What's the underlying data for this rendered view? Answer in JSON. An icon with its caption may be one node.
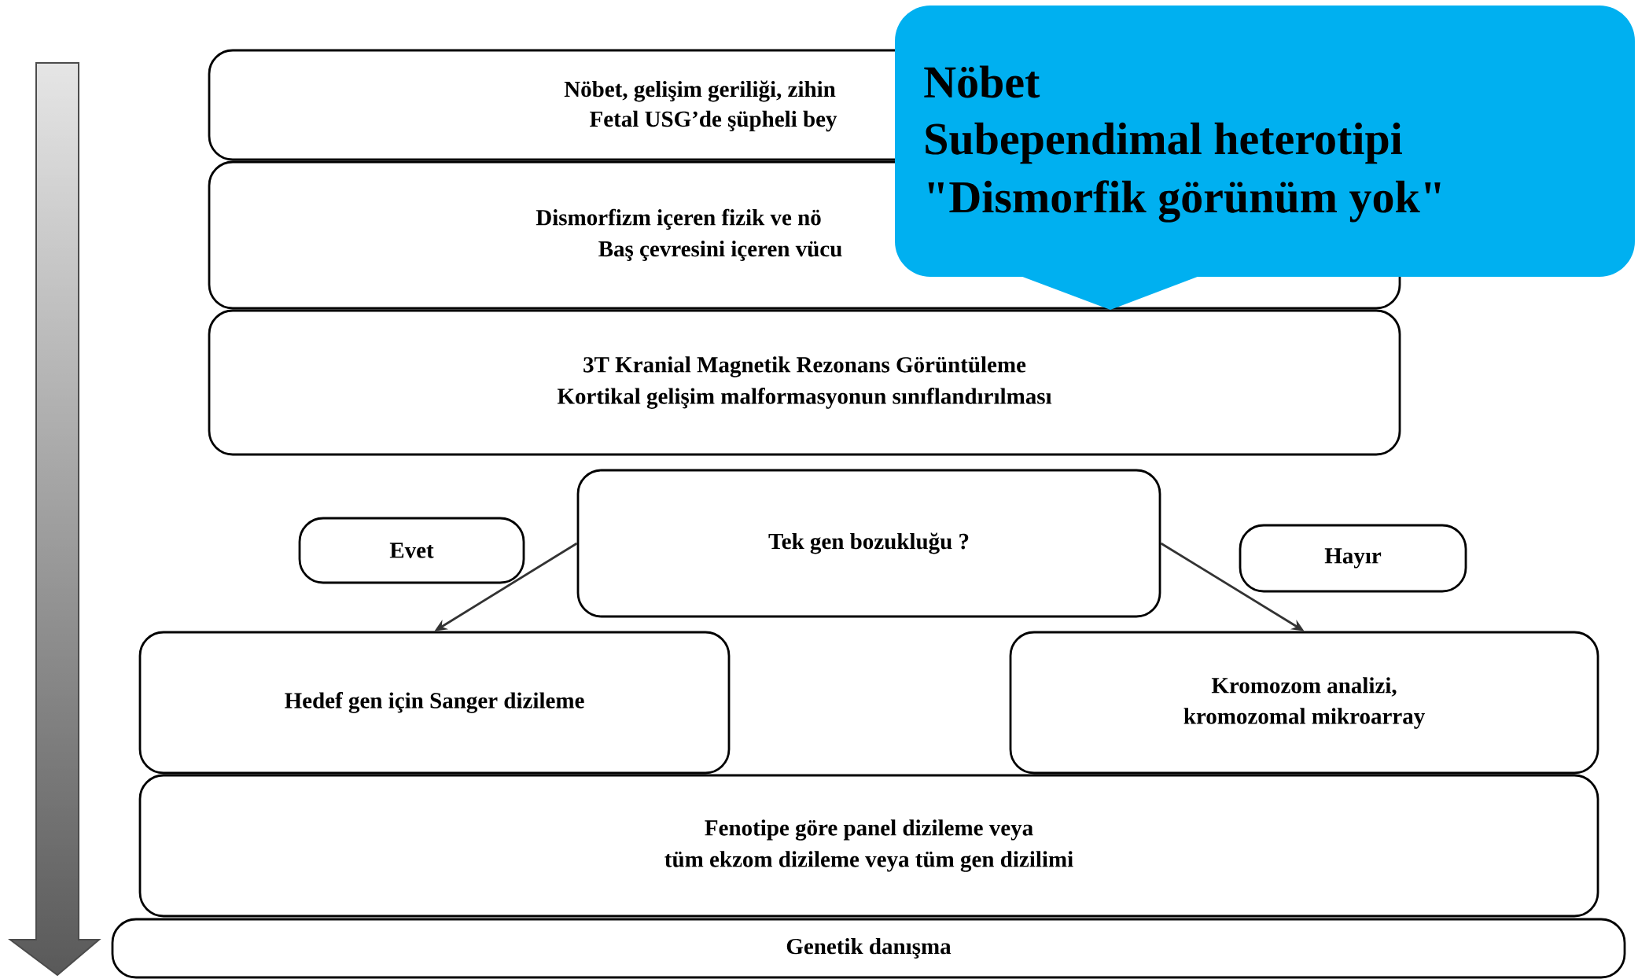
{
  "diagram": {
    "nodes": [
      {
        "text": [
          "Nöbet, gelişim geriliği, zihin",
          "Fetal USG’de şüpheli bey"
        ]
      },
      {
        "text": [
          "Dismorfizm içeren fizik ve nö",
          "Baş çevresini içeren vücu"
        ]
      },
      {
        "text": [
          "3T Kranial Magnetik Rezonans Görüntüleme",
          "Kortikal gelişim malformasyonun sınıflandırılması"
        ]
      },
      {
        "text": [
          "Nöbet",
          "Subependimal  heterotipi",
          "\"Dismorfik görünüm yok\""
        ]
      },
      {
        "text": [
          "Evet"
        ]
      },
      {
        "text": [
          "Tek gen bozukluğu ?"
        ]
      },
      {
        "text": [
          "Hayır"
        ]
      },
      {
        "text": [
          "Hedef gen için Sanger dizileme"
        ]
      },
      {
        "text": [
          "Kromozom analizi,",
          "kromozomal mikroarray"
        ]
      },
      {
        "text": [
          "Fenotipe göre panel dizileme veya",
          "tüm ekzom dizileme veya tüm gen dizilimi"
        ]
      },
      {
        "text": [
          "Genetik danışma"
        ]
      }
    ],
    "edges": [
      {
        "from": 5,
        "to": 7,
        "arrow": "to"
      },
      {
        "from": 5,
        "to": 8,
        "arrow": "to"
      }
    ]
  }
}
